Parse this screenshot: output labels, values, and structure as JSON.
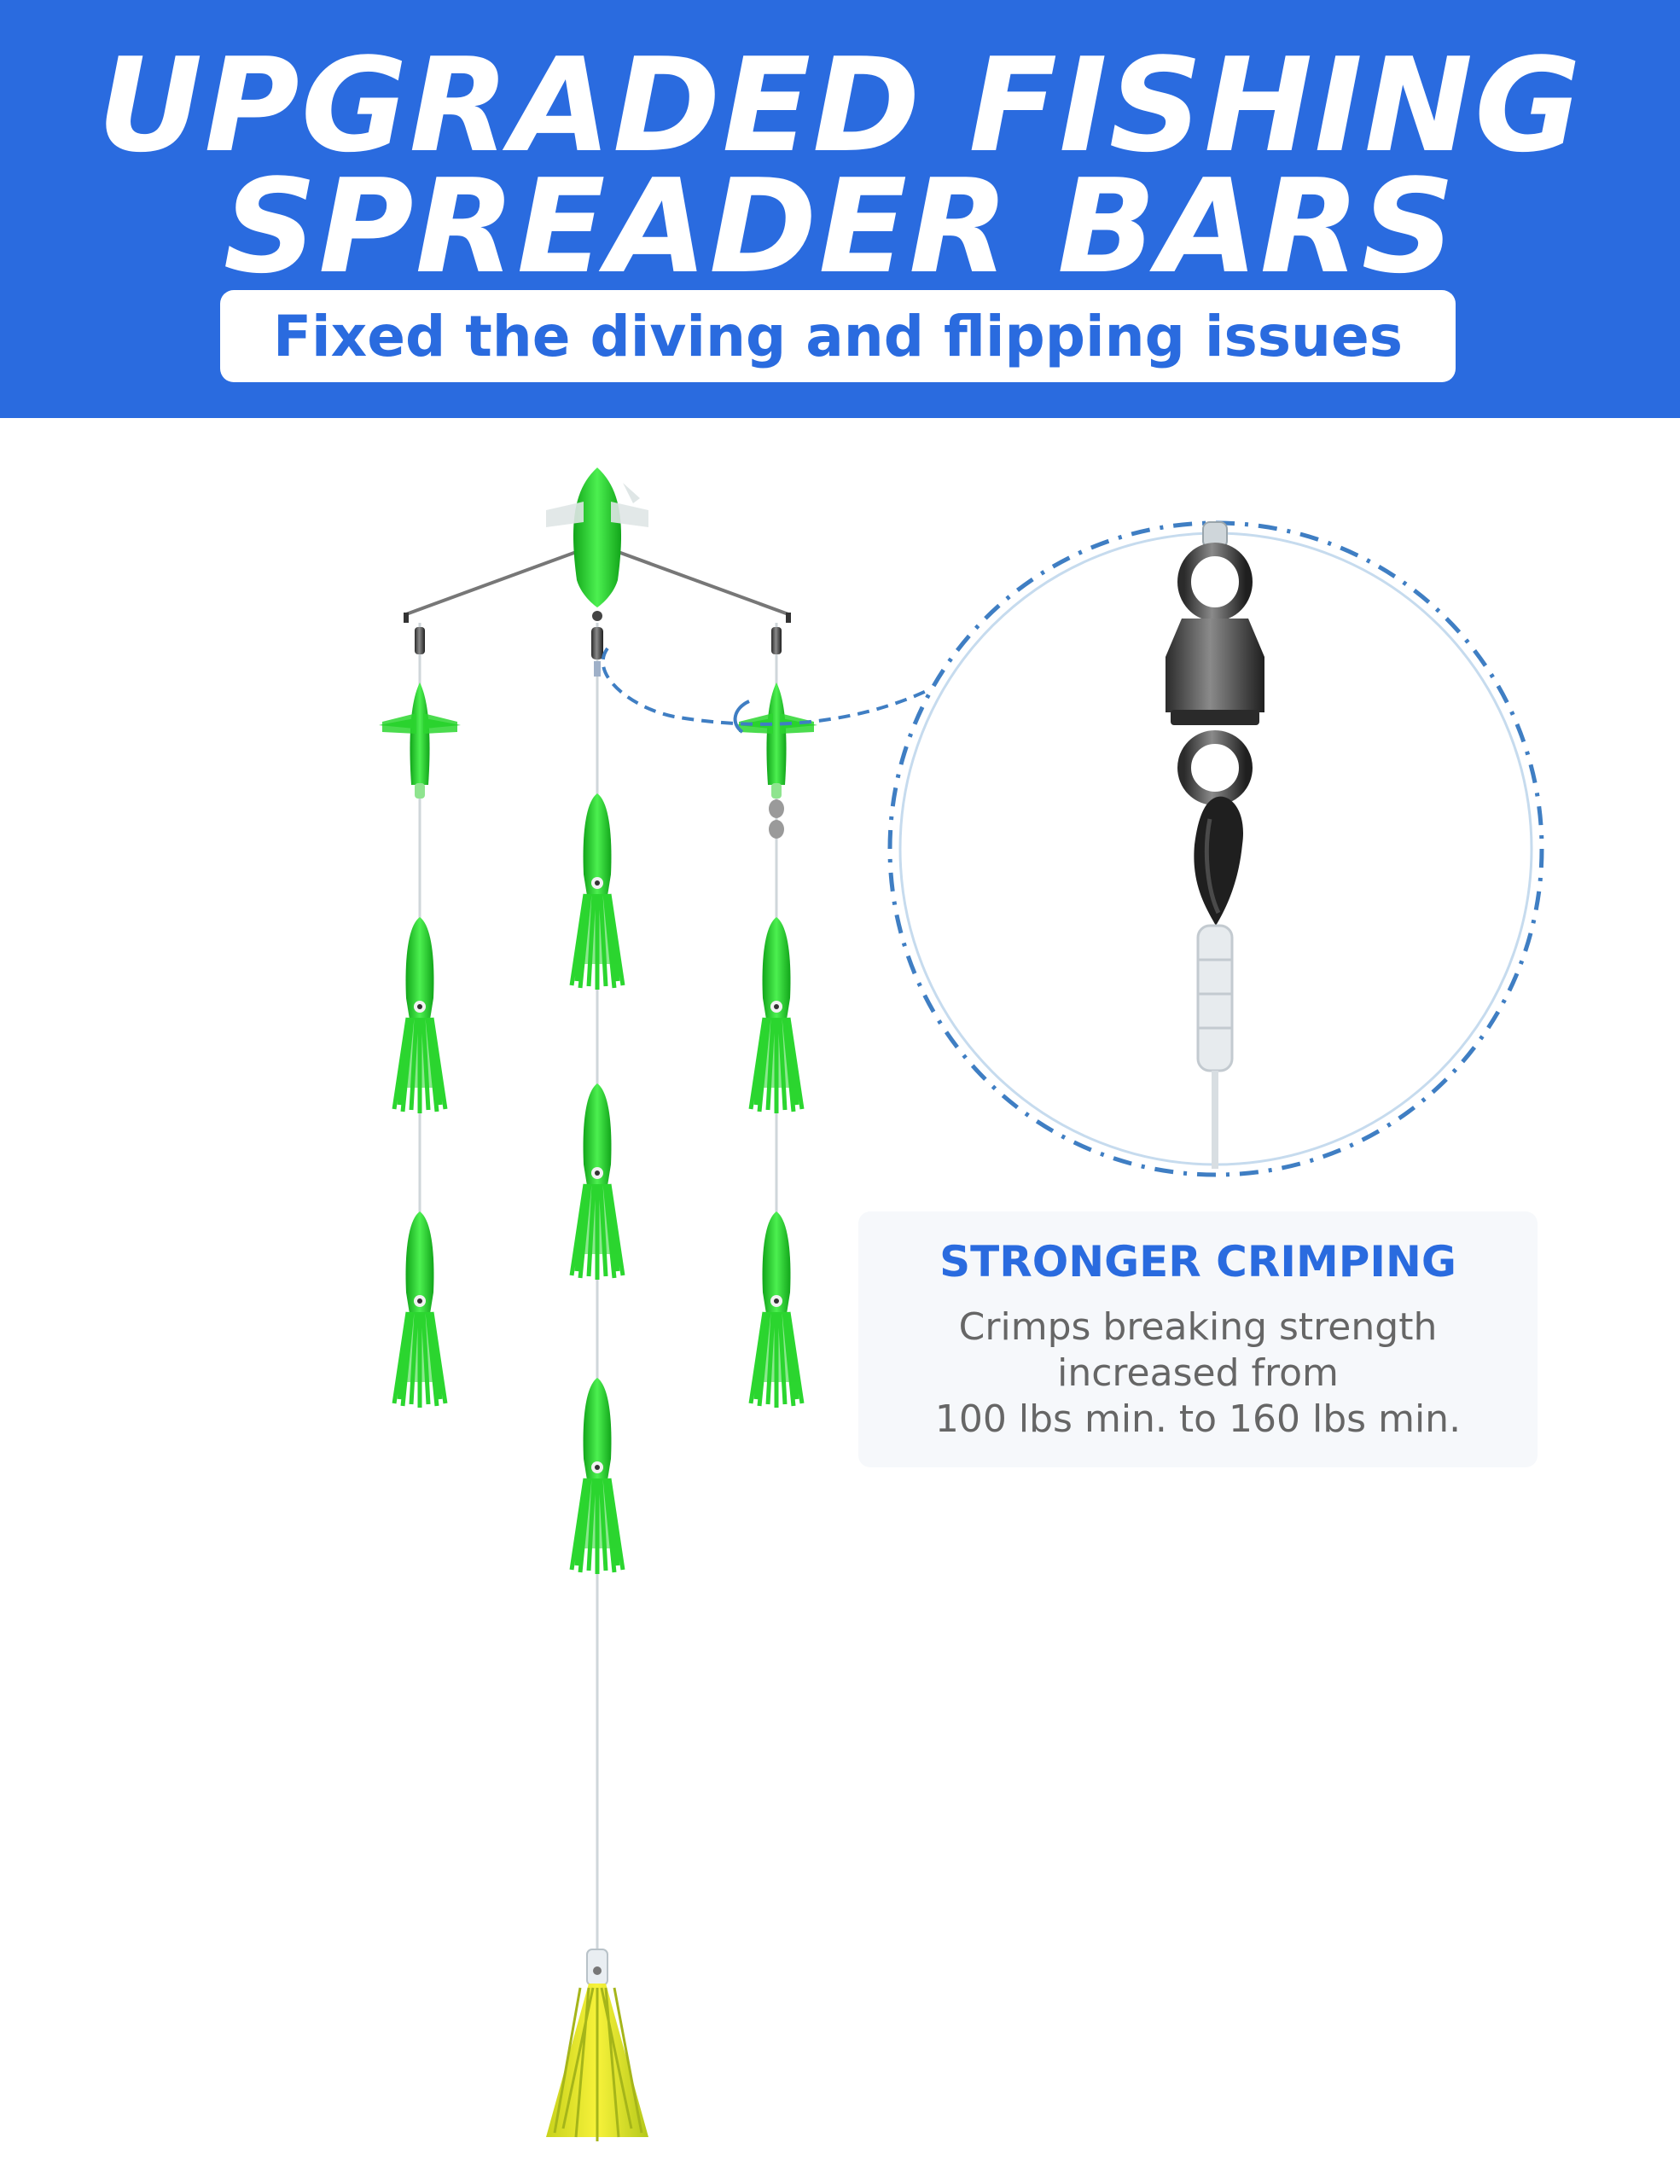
{
  "banner": {
    "title_line1": "UPGRADED FISHING",
    "title_line2": "SPREADER BARS",
    "subtitle": "Fixed the diving and flipping issues",
    "color": "#2a6bdf"
  },
  "feature": {
    "heading": "STRONGER CRIMPING",
    "line1": "Crimps breaking strength",
    "line2": "increased from",
    "line3": "100 lbs min. to 160 lbs min."
  },
  "colors": {
    "lure_green": "#2bd62f",
    "skirt_yellow": "#e8e82a",
    "callout_dash": "#3f7ec3"
  }
}
